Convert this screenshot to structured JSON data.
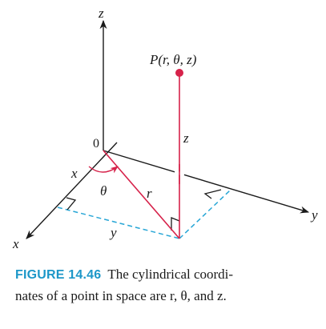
{
  "diagram": {
    "labels": {
      "z_axis": "z",
      "y_axis": "y",
      "x_axis": "x",
      "origin": "0",
      "point": "P(r, θ, z)",
      "height": "z",
      "radius": "r",
      "angle": "θ",
      "x_leg": "x",
      "y_leg": "y"
    },
    "colors": {
      "axes": "#1a1a1a",
      "radius_and_height": "#d6224a",
      "projection_dashes": "#27a6d6",
      "point": "#d6224a"
    }
  },
  "caption": {
    "figure_number": "FIGURE 14.46",
    "text_line1": "The cylindrical coordi-",
    "text_line2": "nates of a point in space are r, θ, and z."
  }
}
